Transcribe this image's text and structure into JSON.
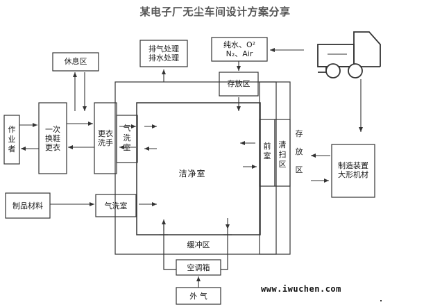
{
  "title": "某电子厂无尘车间设计方案分享",
  "nodes": {
    "rest_area": "休息区",
    "exhaust": "排气处理\n排水处理",
    "pure_water": "纯水、O²\nN₂、Air",
    "storage_top": "存放区",
    "operator": "作\n业\n者",
    "change_shoes": "一次\n换鞋\n更衣",
    "change_wash": "更衣\n洗手",
    "air_shower_1": "气\n洗\n室",
    "clean_room": "洁净室",
    "front_room": "前\n室",
    "cleaning_area": "清\n扫\n区",
    "storage_right": "存\n放\n区",
    "equipment": "制造装置\n大形机材",
    "product_material": "制品材料",
    "air_shower_2": "气洗室",
    "buffer": "缓冲区",
    "ac_box": "空调箱",
    "outside_air": "外  气"
  },
  "website": "www.iwuchen.com",
  "colors": {
    "line": "#333333",
    "text": "#1a1a1a",
    "title": "#555555"
  }
}
